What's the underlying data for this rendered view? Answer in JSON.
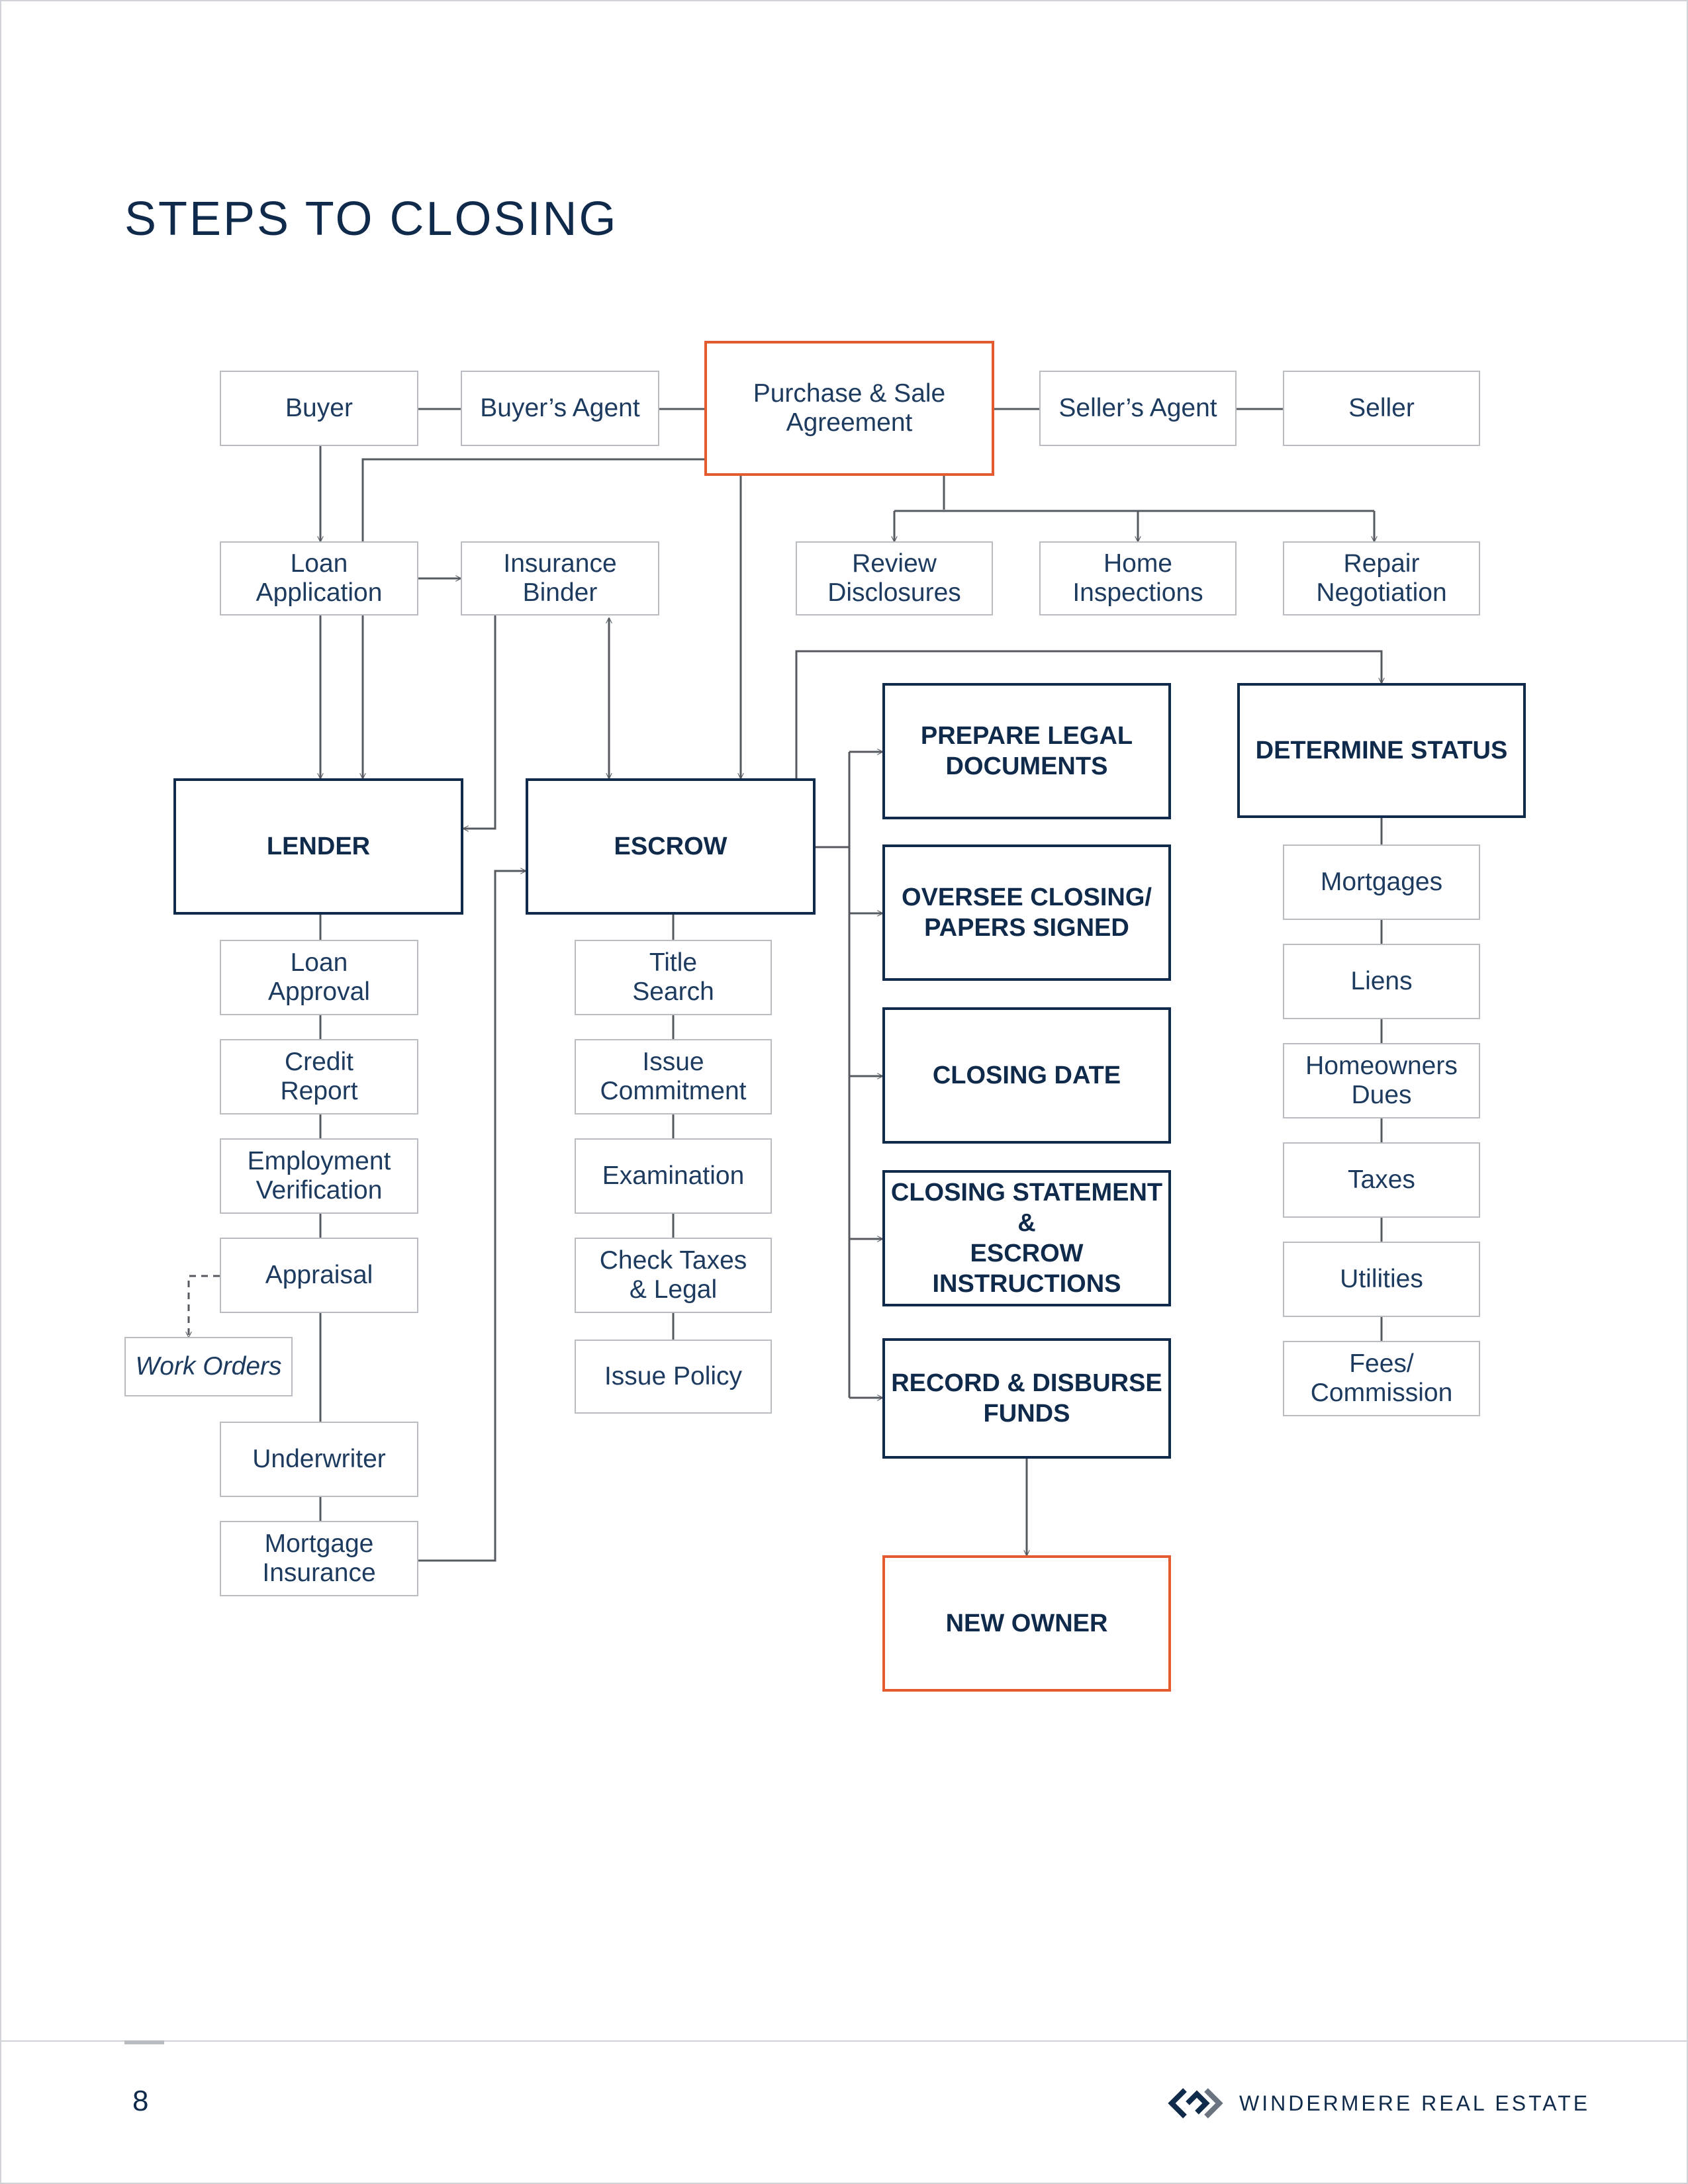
{
  "page": {
    "title": "STEPS TO CLOSING",
    "page_number": "8",
    "brand": "WINDERMERE REAL ESTATE"
  },
  "colors": {
    "navy": "#0f2a4a",
    "accent_orange": "#e35b2e",
    "light_border": "#b9bcc1",
    "connector": "#555a60"
  },
  "nodes": {
    "buyer": "Buyer",
    "buyers_agent": "Buyer’s Agent",
    "purchase_sale": "Purchase & Sale\nAgreement",
    "sellers_agent": "Seller’s Agent",
    "seller": "Seller",
    "loan_application": "Loan\nApplication",
    "insurance_binder": "Insurance\nBinder",
    "review_disclosures": "Review\nDisclosures",
    "home_inspections": "Home\nInspections",
    "repair_negotiation": "Repair\nNegotiation",
    "lender": "LENDER",
    "escrow": "ESCROW",
    "prepare_legal": "PREPARE LEGAL\nDOCUMENTS",
    "oversee_closing": "OVERSEE CLOSING/\nPAPERS SIGNED",
    "closing_date": "CLOSING DATE",
    "closing_statement": "CLOSING STATEMENT &\nESCROW INSTRUCTIONS",
    "record_disburse": "RECORD & DISBURSE\nFUNDS",
    "new_owner": "NEW OWNER",
    "determine_status": "DETERMINE STATUS",
    "loan_approval": "Loan\nApproval",
    "credit_report": "Credit\nReport",
    "employment_verification": "Employment\nVerification",
    "appraisal": "Appraisal",
    "work_orders": "Work Orders",
    "underwriter": "Underwriter",
    "mortgage_insurance": "Mortgage\nInsurance",
    "title_search": "Title\nSearch",
    "issue_commitment": "Issue\nCommitment",
    "examination": "Examination",
    "check_taxes": "Check Taxes\n& Legal",
    "issue_policy": "Issue Policy",
    "mortgages": "Mortgages",
    "liens": "Liens",
    "homeowners_dues": "Homeowners\nDues",
    "taxes": "Taxes",
    "utilities": "Utilities",
    "fees_commission": "Fees/\nCommission"
  }
}
